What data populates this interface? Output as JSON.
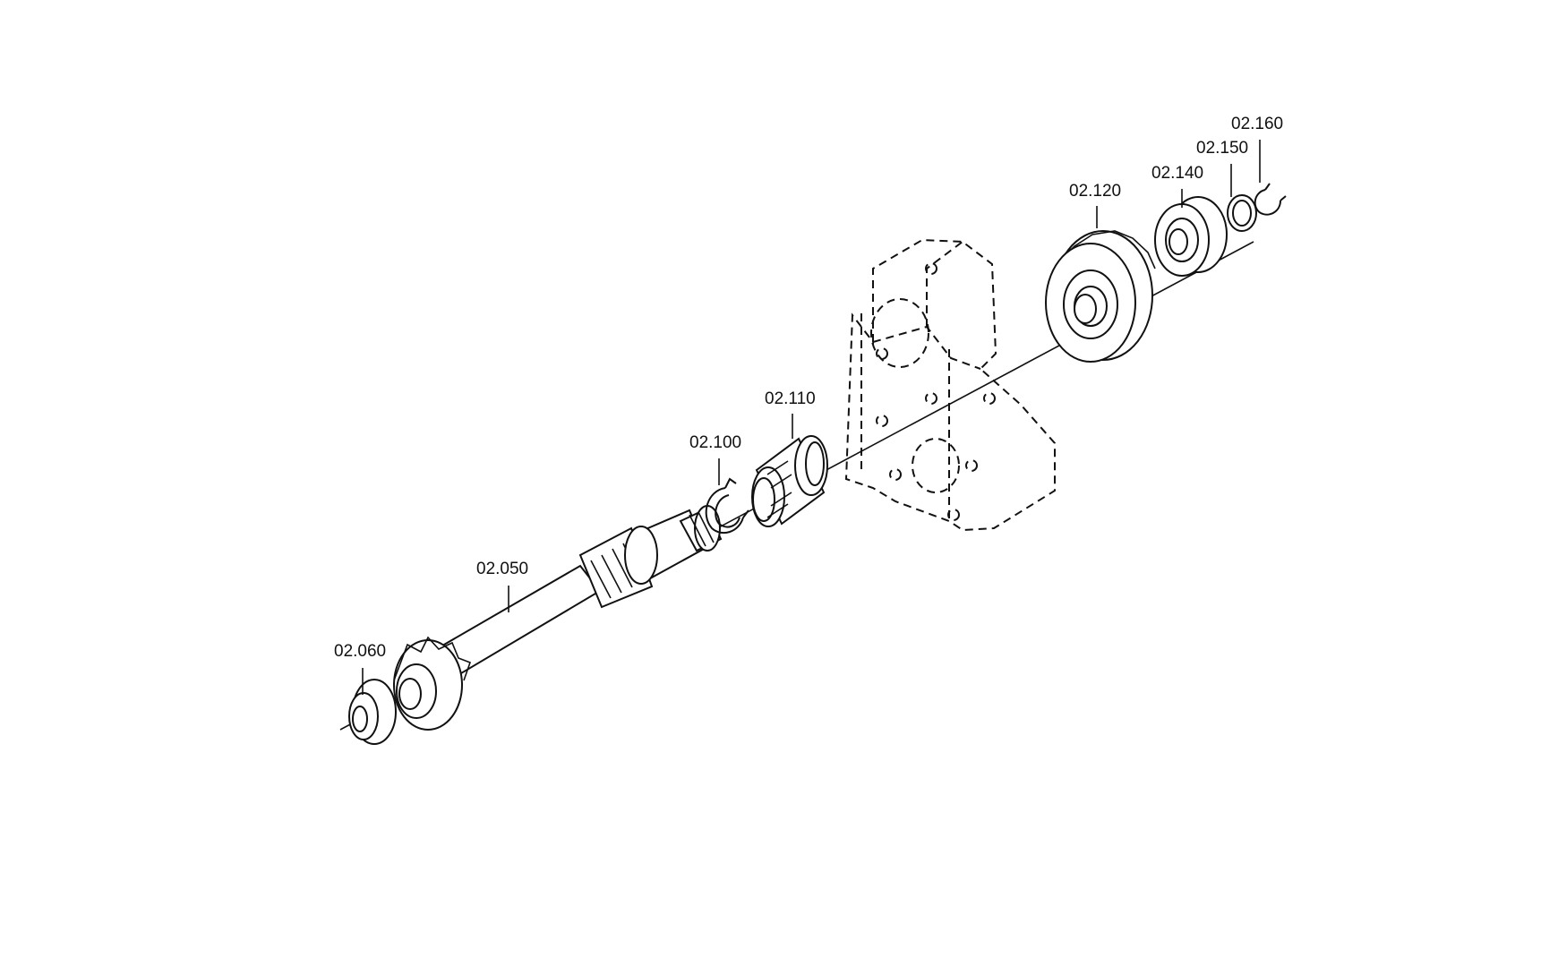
{
  "diagram": {
    "parts": [
      {
        "id": "shaft",
        "label": "02.050"
      },
      {
        "id": "pinion-bearing",
        "label": "02.060"
      },
      {
        "id": "snap-ring",
        "label": "02.100"
      },
      {
        "id": "needle-bearing-sleeve",
        "label": "02.110"
      },
      {
        "id": "gear",
        "label": "02.120"
      },
      {
        "id": "ball-bearing",
        "label": "02.140"
      },
      {
        "id": "shim-ring",
        "label": "02.150"
      },
      {
        "id": "circlip",
        "label": "02.160"
      }
    ]
  }
}
